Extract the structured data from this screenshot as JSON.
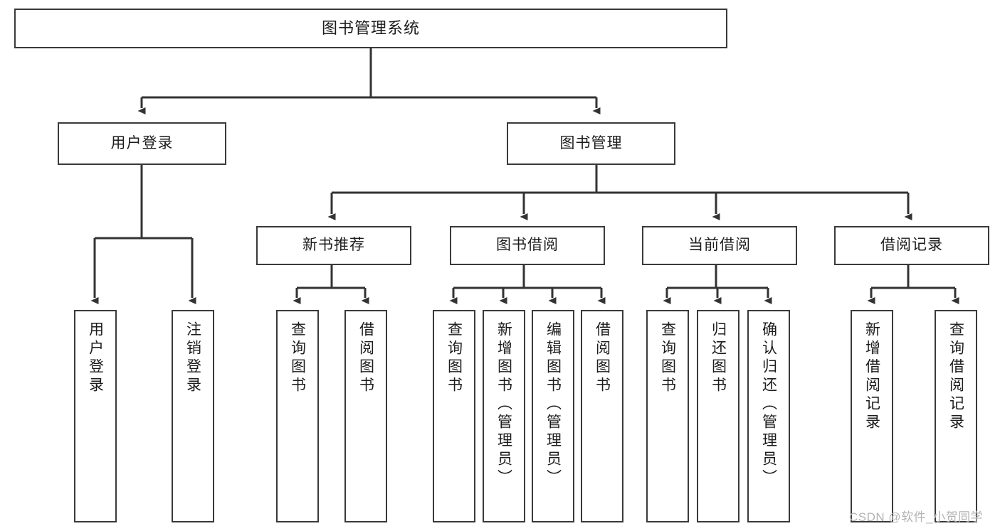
{
  "diagram": {
    "title": "图书管理系统",
    "type": "tree-hierarchy-chart",
    "root": {
      "id": "root",
      "label": "图书管理系统"
    },
    "level2": [
      {
        "id": "user-login",
        "label": "用户登录"
      },
      {
        "id": "book-manage",
        "label": "图书管理"
      }
    ],
    "level3": [
      {
        "id": "new-book-recommend",
        "label": "新书推荐"
      },
      {
        "id": "book-borrow",
        "label": "图书借阅"
      },
      {
        "id": "current-borrow",
        "label": "当前借阅"
      },
      {
        "id": "borrow-record",
        "label": "借阅记录"
      }
    ],
    "leaves": [
      {
        "id": "leaf-user-login",
        "label": "用户登录",
        "parent": "user-login"
      },
      {
        "id": "leaf-logout-login",
        "label": "注销登录",
        "parent": "user-login"
      },
      {
        "id": "leaf-query-book-1",
        "label": "查询图书",
        "parent": "new-book-recommend"
      },
      {
        "id": "leaf-borrow-book-1",
        "label": "借阅图书",
        "parent": "new-book-recommend"
      },
      {
        "id": "leaf-query-book-2",
        "label": "查询图书",
        "parent": "book-borrow"
      },
      {
        "id": "leaf-add-book",
        "label": "新增图书（管理员）",
        "parent": "book-borrow"
      },
      {
        "id": "leaf-edit-book",
        "label": "编辑图书（管理员）",
        "parent": "book-borrow"
      },
      {
        "id": "leaf-borrow-book-2",
        "label": "借阅图书",
        "parent": "book-borrow"
      },
      {
        "id": "leaf-query-book-3",
        "label": "查询图书",
        "parent": "current-borrow"
      },
      {
        "id": "leaf-return-book",
        "label": "归还图书",
        "parent": "current-borrow"
      },
      {
        "id": "leaf-confirm-return",
        "label": "确认归还（管理员）",
        "parent": "current-borrow"
      },
      {
        "id": "leaf-add-record",
        "label": "新增借阅记录",
        "parent": "borrow-record"
      },
      {
        "id": "leaf-query-record",
        "label": "查询借阅记录",
        "parent": "borrow-record"
      }
    ],
    "watermark": "CSDN @软件_小贺同学",
    "colors": {
      "background": "#ffffff",
      "box_border": "#3a3a3a",
      "box_fill": "#ffffff",
      "connector": "#333333",
      "text": "#1c1c1c",
      "watermark": "#b3b3b3"
    }
  }
}
